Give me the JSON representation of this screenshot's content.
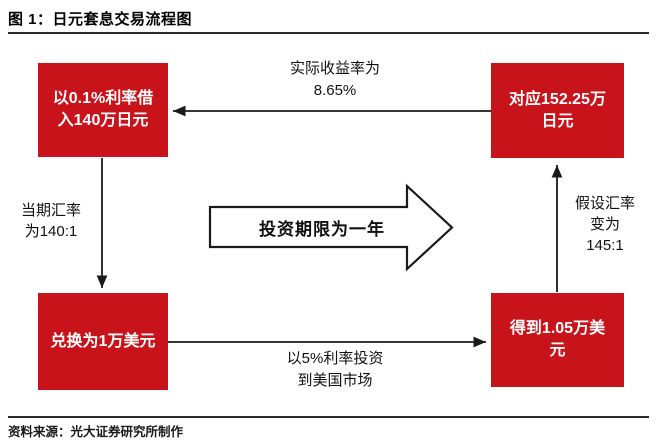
{
  "header": {
    "title": "图 1：日元套息交易流程图"
  },
  "diagram": {
    "nodes": {
      "borrow_yen": {
        "label": "以0.1%利率借\n入140万日元"
      },
      "yen_repay": {
        "label": "对应152.25万\n日元"
      },
      "exchange_usd": {
        "label": "兑换为1万美元"
      },
      "usd_result": {
        "label": "得到1.05万美\n元"
      }
    },
    "edges": {
      "actual_return": {
        "label": "实际收益率为\n8.65%"
      },
      "current_fx_rate": {
        "label": "当期汇率\n为140:1"
      },
      "invest_us_market": {
        "label": "以5%利率投资\n到美国市场"
      },
      "assumed_fx_rate": {
        "label": "假设汇率\n变为\n145:1"
      }
    },
    "center_arrow": {
      "label": "投资期限为一年"
    }
  },
  "footer": {
    "source": "资料来源：光大证券研究所制作"
  },
  "colors": {
    "node_red": "#C9131A",
    "node_text": "#FFFFFF",
    "line_black": "#1A1A1A"
  }
}
